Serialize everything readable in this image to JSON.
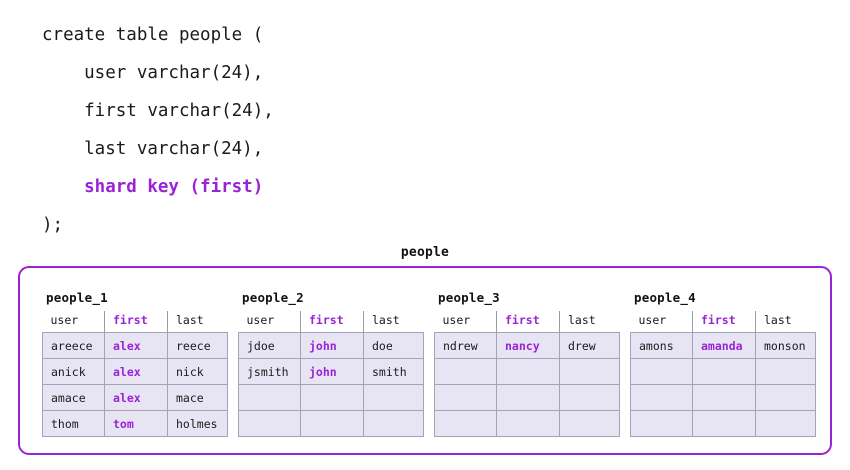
{
  "sql": {
    "lines": [
      {
        "text": "create table people (",
        "accent": false
      },
      {
        "text": "    user varchar(24),",
        "accent": false
      },
      {
        "text": "    first varchar(24),",
        "accent": false
      },
      {
        "text": "    last varchar(24),",
        "accent": false
      },
      {
        "text": "    shard key (first)",
        "accent": true
      },
      {
        "text": ");",
        "accent": false
      }
    ]
  },
  "cluster": {
    "title": "people",
    "accent_color": "#9a23d6",
    "cell_fill": "#e7e5f3",
    "cell_border": "#a5a4b5",
    "columns": [
      "user",
      "first",
      "last"
    ],
    "shard_key_column": "first",
    "shards": [
      {
        "name": "people_1",
        "rows": [
          {
            "user": "areece",
            "first": "alex",
            "last": "reece"
          },
          {
            "user": "anick",
            "first": "alex",
            "last": "nick"
          },
          {
            "user": "amace",
            "first": "alex",
            "last": "mace"
          },
          {
            "user": "thom",
            "first": "tom",
            "last": "holmes"
          }
        ]
      },
      {
        "name": "people_2",
        "rows": [
          {
            "user": "jdoe",
            "first": "john",
            "last": "doe"
          },
          {
            "user": "jsmith",
            "first": "john",
            "last": "smith"
          },
          {
            "user": "",
            "first": "",
            "last": ""
          },
          {
            "user": "",
            "first": "",
            "last": ""
          }
        ]
      },
      {
        "name": "people_3",
        "rows": [
          {
            "user": "ndrew",
            "first": "nancy",
            "last": "drew"
          },
          {
            "user": "",
            "first": "",
            "last": ""
          },
          {
            "user": "",
            "first": "",
            "last": ""
          },
          {
            "user": "",
            "first": "",
            "last": ""
          }
        ]
      },
      {
        "name": "people_4",
        "rows": [
          {
            "user": "amons",
            "first": "amanda",
            "last": "monson"
          },
          {
            "user": "",
            "first": "",
            "last": ""
          },
          {
            "user": "",
            "first": "",
            "last": ""
          },
          {
            "user": "",
            "first": "",
            "last": ""
          }
        ]
      }
    ]
  }
}
